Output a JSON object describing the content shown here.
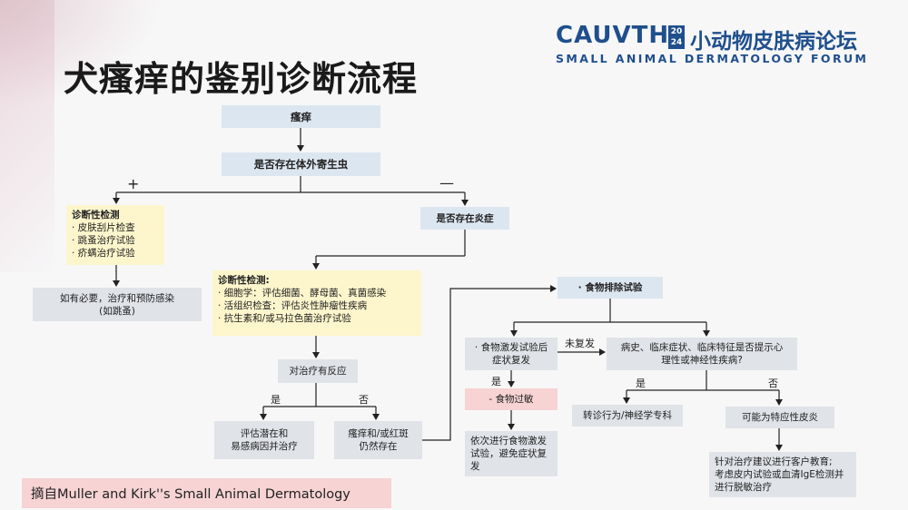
{
  "title": "犬瘙痒的鉴别诊断流程",
  "logo": {
    "main": "CAUVTH",
    "year": [
      "20",
      "24"
    ],
    "cn": "小动物皮肤病论坛",
    "sub": "SMALL ANIMAL DERMATOLOGY FORUM"
  },
  "nodes": {
    "pruritus": "瘙痒",
    "ectoparasite": "是否存在体外寄生虫",
    "diag1": {
      "title": "诊断性检测",
      "items": [
        "· 皮肤刮片检查",
        "· 跳蚤治疗试验",
        "· 疥螨治疗试验"
      ]
    },
    "prevent": [
      "如有必要，治疗和预防感染",
      "(如跳蚤)"
    ],
    "inflammation": "是否存在炎症",
    "diag2": {
      "title": "诊断性检测:",
      "items": [
        "· 细胞学：评估细菌、酵母菌、真菌感染",
        "· 活组织检查：评估炎性肿瘤性疾病",
        "· 抗生素和/或马拉色菌治疗试验"
      ]
    },
    "response": "对治疗有反应",
    "evaluate": [
      "评估潜在和",
      "易感病因并治疗"
    ],
    "persist": [
      "瘙痒和/或红斑",
      "仍然存在"
    ],
    "food_trial": "· 食物排除试验",
    "challenge": [
      "· 食物激发试验后",
      "症状复发"
    ],
    "history": [
      "病史、临床症状、临床特征是否提示心",
      "理性或神经性疾病?"
    ],
    "food_allergy": "- 食物过敏",
    "sequential": [
      "依次进行食物激发",
      "试验，避免症状复",
      "发"
    ],
    "refer": "转诊行为/神经学专科",
    "atopic": "可能为特应性皮炎",
    "education": [
      "针对治疗建议进行客户教育;",
      "考虑皮内试验或血清IgE检测并",
      "进行脱敏治疗"
    ]
  },
  "labels": {
    "plus": "+",
    "minus": "—",
    "yes": "是",
    "no": "否",
    "no_recur": "未复发"
  },
  "source": "摘自Muller and Kirk''s Small Animal Dermatology",
  "colors": {
    "blue": "#dce6f0",
    "gray": "#e0e3e8",
    "yellow": "#fdf6cc",
    "pink": "#f7d3d3",
    "brand": "#1f4f8c"
  }
}
